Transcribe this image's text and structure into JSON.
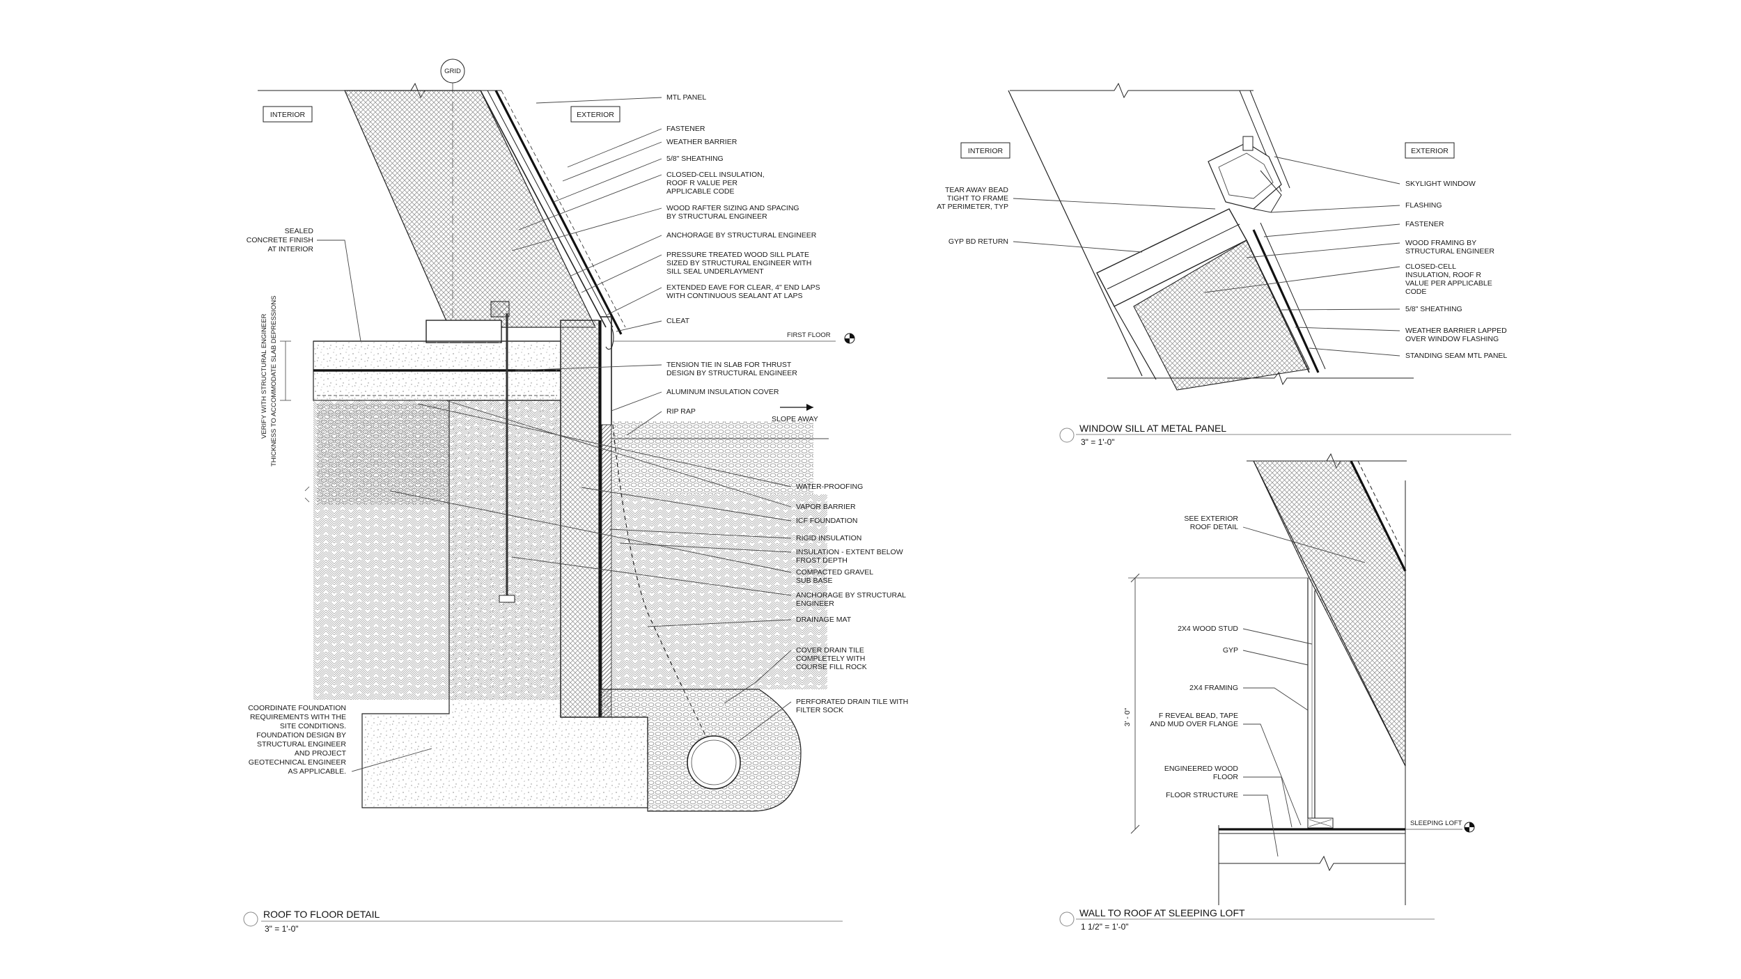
{
  "colors": {
    "ink": "#222222",
    "paper": "#ffffff",
    "hatch": "#9a9a9a"
  },
  "roof_to_floor": {
    "grid_tag": "GRID",
    "interior_tag": "INTERIOR",
    "exterior_tag": "EXTERIOR",
    "labels_right": [
      "MTL PANEL",
      "FASTENER",
      "WEATHER BARRIER",
      "5/8\" SHEATHING",
      "CLOSED-CELL INSULATION,",
      "ROOF R VALUE PER",
      "APPLICABLE CODE",
      "WOOD RAFTER SIZING AND SPACING",
      "BY STRUCTURAL ENGINEER",
      "ANCHORAGE BY STRUCTURAL ENGINEER",
      "PRESSURE TREATED WOOD SILL PLATE",
      "SIZED BY STRUCTURAL ENGINEER WITH",
      "SILL SEAL UNDERLAYMENT",
      "EXTENDED EAVE FOR CLEAR, 4\" END LAPS",
      "WITH CONTINUOUS SEALANT AT LAPS",
      "CLEAT",
      "TENSION TIE IN SLAB FOR THRUST",
      "DESIGN BY STRUCTURAL ENGINEER",
      "ALUMINUM INSULATION COVER",
      "RIP RAP"
    ],
    "labels_lower": [
      "WATER-PROOFING",
      "VAPOR BARRIER",
      "ICF FOUNDATION",
      "RIGID INSULATION",
      "INSULATION - EXTENT BELOW",
      "FROST DEPTH",
      "COMPACTED GRAVEL",
      "SUB BASE",
      "ANCHORAGE BY STRUCTURAL",
      "ENGINEER",
      "DRAINAGE MAT",
      "COVER DRAIN TILE",
      "COMPLETELY WITH",
      "COURSE FILL ROCK",
      "PERFORATED DRAIN TILE WITH",
      "FILTER SOCK"
    ],
    "first_floor": "FIRST FLOOR",
    "slope_away": "SLOPE AWAY",
    "sealed_note": [
      "SEALED",
      "CONCRETE FINISH",
      "AT INTERIOR"
    ],
    "verify_note": [
      "VERIFY WITH STRUCTURAL ENGINEER",
      "THICKNESS TO ACCOMMODATE SLAB DEPRESSIONS"
    ],
    "coordinate_note": [
      "COORDINATE FOUNDATION",
      "REQUIREMENTS WITH THE",
      "SITE CONDITIONS.",
      "FOUNDATION DESIGN BY",
      "STRUCTURAL ENGINEER",
      "AND PROJECT",
      "GEOTECHNICAL ENGINEER",
      "AS APPLICABLE."
    ],
    "title": "ROOF TO FLOOR DETAIL",
    "scale": "3\" = 1'-0\""
  },
  "window_sill": {
    "interior_tag": "INTERIOR",
    "exterior_tag": "EXTERIOR",
    "labels_left": [
      "TEAR AWAY BEAD",
      "TIGHT TO FRAME",
      "AT PERIMETER, TYP",
      "GYP BD RETURN"
    ],
    "labels_right": [
      "SKYLIGHT WINDOW",
      "FLASHING",
      "FASTENER",
      "WOOD FRAMING BY",
      "STRUCTURAL ENGINEER",
      "CLOSED-CELL",
      "INSULATION, ROOF R",
      "VALUE PER APPLICABLE",
      "CODE",
      "5/8\" SHEATHING",
      "WEATHER BARRIER LAPPED",
      "OVER WINDOW FLASHING",
      "STANDING SEAM MTL PANEL"
    ],
    "title": "WINDOW SILL AT METAL PANEL",
    "scale": "3\" = 1'-0\""
  },
  "sleeping_loft": {
    "labels_left": [
      "SEE EXTERIOR",
      "ROOF DETAIL",
      "2X4 WOOD STUD",
      "GYP",
      "2X4 FRAMING",
      "F REVEAL BEAD, TAPE",
      "AND MUD OVER FLANGE",
      "ENGINEERED WOOD",
      "FLOOR",
      "FLOOR STRUCTURE"
    ],
    "dimension": "3' - 0\"",
    "level": "SLEEPING LOFT",
    "title": "WALL TO ROOF AT SLEEPING LOFT",
    "scale": "1 1/2\" = 1'-0\""
  }
}
